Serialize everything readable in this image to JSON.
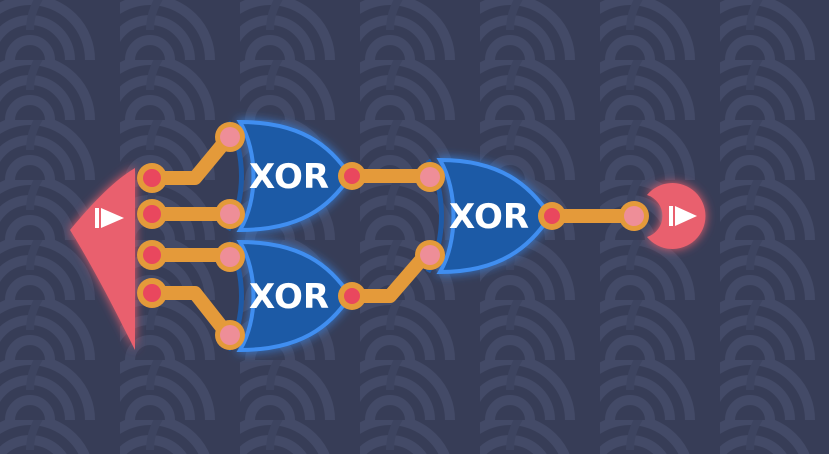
{
  "circuit": {
    "gates": [
      {
        "id": "xor-top",
        "label": "XOR"
      },
      {
        "id": "xor-bottom",
        "label": "XOR"
      },
      {
        "id": "xor-final",
        "label": "XOR"
      }
    ]
  },
  "colors": {
    "background": "#373d57",
    "wave": "#434a67",
    "wire": "#e49a3a",
    "wire_dark": "#c97f2a",
    "pin": "#e9475e",
    "gate_fill": "#1f5aa6",
    "gate_stroke": "#0f3f85",
    "gate_glow": "#3f8ef0",
    "port_fill": "#e9606e",
    "port_glow": "#ff8796"
  },
  "icons": {
    "input_port": "play-icon",
    "output_port": "play-icon"
  }
}
